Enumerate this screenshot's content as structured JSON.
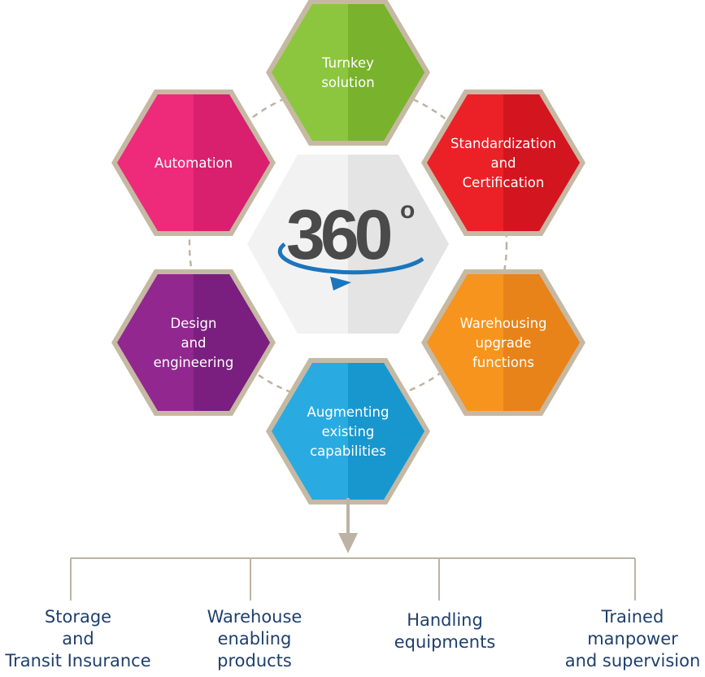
{
  "center": {
    "number": "360",
    "degree": "o"
  },
  "hexagons": [
    {
      "id": "turnkey",
      "lines": [
        "Turnkey",
        "solution"
      ],
      "color_light": "#8cc63f",
      "color_dark": "#79b22c"
    },
    {
      "id": "standardization",
      "lines": [
        "Standardization",
        "and",
        "Certification"
      ],
      "color_light": "#ec2127",
      "color_dark": "#d3151f"
    },
    {
      "id": "warehousing",
      "lines": [
        "Warehousing",
        "upgrade",
        "functions"
      ],
      "color_light": "#f7941d",
      "color_dark": "#e8831a"
    },
    {
      "id": "augmenting",
      "lines": [
        "Augmenting",
        "existing",
        "capabilities"
      ],
      "color_light": "#29abe2",
      "color_dark": "#1897cf"
    },
    {
      "id": "design",
      "lines": [
        "Design",
        "and",
        "engineering"
      ],
      "color_light": "#92278f",
      "color_dark": "#7a1f7f"
    },
    {
      "id": "automation",
      "lines": [
        "Automation"
      ],
      "color_light": "#ee2a7b",
      "color_dark": "#d8206f"
    }
  ],
  "outcomes": [
    {
      "id": "storage",
      "lines": [
        "Storage",
        "and",
        "Transit Insurance"
      ]
    },
    {
      "id": "warehouse-products",
      "lines": [
        "Warehouse",
        "enabling",
        "products"
      ]
    },
    {
      "id": "handling",
      "lines": [
        "Handling",
        "equipments"
      ]
    },
    {
      "id": "manpower",
      "lines": [
        "Trained",
        "manpower",
        "and supervision"
      ]
    }
  ],
  "colors": {
    "hex_border": "#c6b9a4",
    "connector": "#bdb3a3",
    "center_light": "#f2f2f2",
    "center_dark": "#e4e4e4",
    "ring_blue": "#1b75bc",
    "outcome_text": "#1f3f6d"
  }
}
